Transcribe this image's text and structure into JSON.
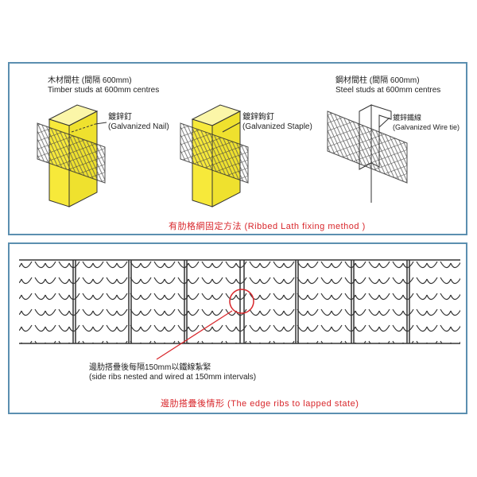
{
  "panel1": {
    "timber": {
      "zh": "木材間柱 (間隔 600mm)",
      "en": "Timber studs at 600mm  centres"
    },
    "steel": {
      "zh": "鋼材間柱 (間隔 600mm)",
      "en": "Steel studs at  600mm centres"
    },
    "nail": {
      "zh": "鍍鋅釘",
      "en": "(Galvanized Nail)"
    },
    "staple": {
      "zh": "鍍鋅鉤釘",
      "en": "(Galvanized Staple)"
    },
    "wire": {
      "zh": "鍍鋅鐵線",
      "en": "(Galvanized Wire tie)"
    },
    "caption": "有肋格網固定方法 (Ribbed Lath fixing method )"
  },
  "panel2": {
    "note_zh": "邊肋搭疊後每隔150mm以鐵線紮緊",
    "note_en": "(side ribs nested and wired at 150mm intervals)",
    "caption": "邊肋搭疊後情形 (The edge ribs to lapped state)"
  },
  "colors": {
    "border": "#5b8fb0",
    "caption": "#d8262b",
    "stud": "#f7e93a"
  }
}
